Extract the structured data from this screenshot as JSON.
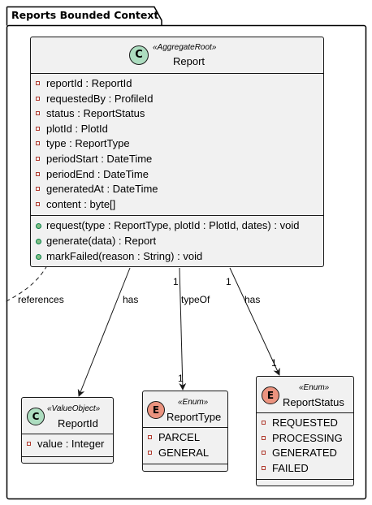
{
  "package": {
    "title": "Reports Bounded Context"
  },
  "report": {
    "badge": "C",
    "stereotype": "«AggregateRoot»",
    "name": "Report",
    "attributes": [
      "reportId : ReportId",
      "requestedBy : ProfileId",
      "status : ReportStatus",
      "plotId : PlotId",
      "type : ReportType",
      "periodStart : DateTime",
      "periodEnd : DateTime",
      "generatedAt : DateTime",
      "content : byte[]"
    ],
    "operations": [
      "request(type : ReportType, plotId : PlotId, dates) : void",
      "generate(data) : Report",
      "markFailed(reason : String) : void"
    ]
  },
  "reportId": {
    "badge": "C",
    "stereotype": "«ValueObject»",
    "name": "ReportId",
    "attributes": [
      "value : Integer"
    ]
  },
  "reportType": {
    "badge": "E",
    "stereotype": "«Enum»",
    "name": "ReportType",
    "values": [
      "PARCEL",
      "GENERAL"
    ]
  },
  "reportStatus": {
    "badge": "E",
    "stereotype": "«Enum»",
    "name": "ReportStatus",
    "values": [
      "REQUESTED",
      "PROCESSING",
      "GENERATED",
      "FAILED"
    ]
  },
  "relations": {
    "references": "references",
    "has_id": "has",
    "typeOf": "typeOf",
    "has_status": "has",
    "mult_type_src": "1",
    "mult_type_dst": "1",
    "mult_status_src": "1",
    "mult_status_dst": "1"
  },
  "colors": {
    "class_fill": "#f1f1f1",
    "class_badge": "#adddc0",
    "enum_badge": "#eb937f",
    "border": "#181818"
  }
}
